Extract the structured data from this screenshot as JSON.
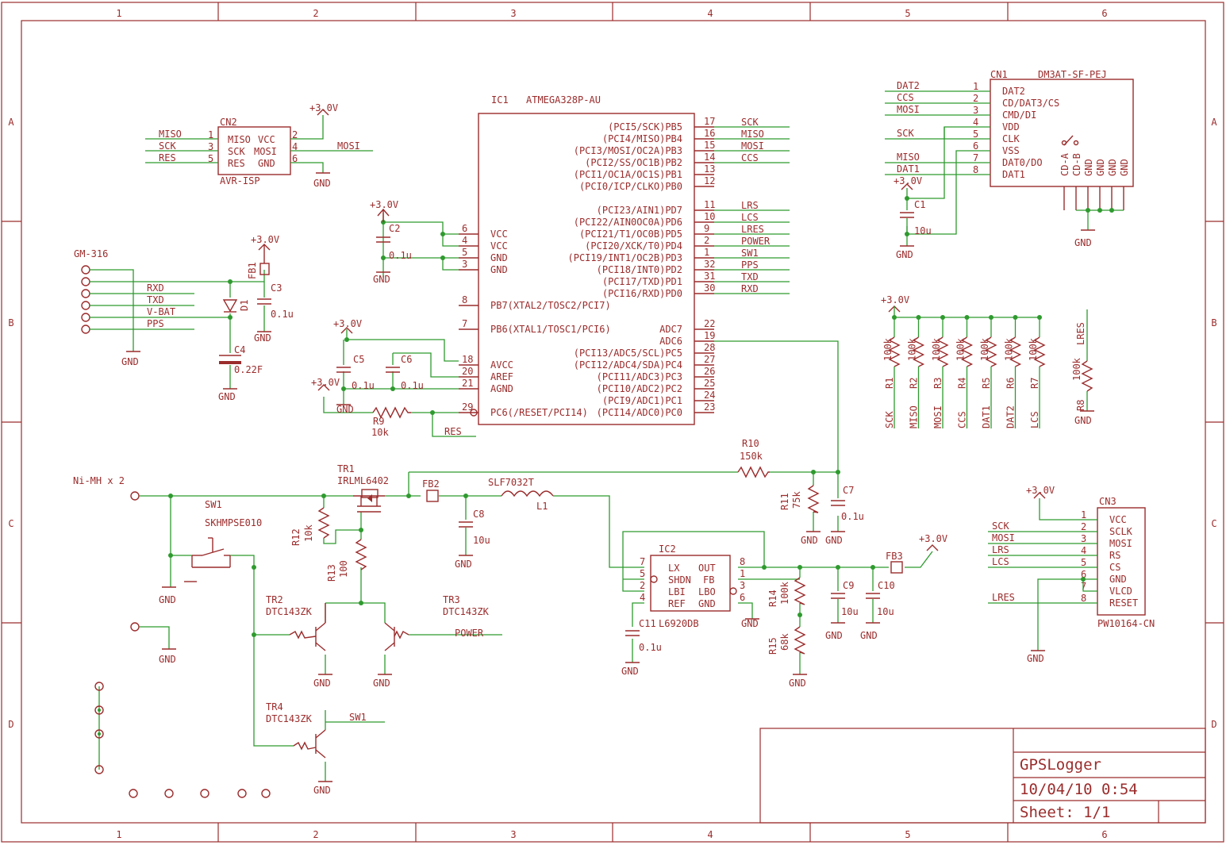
{
  "colors": {
    "part": "#9b2c2c",
    "wire": "#2e9a2e",
    "background": "#ffffff"
  },
  "frame": {
    "columns": [
      "1",
      "2",
      "3",
      "4",
      "5",
      "6"
    ],
    "rows": [
      "A",
      "B",
      "C",
      "D"
    ]
  },
  "title_block": {
    "name": "GPSLogger",
    "datetime": "10/04/10 0:54",
    "sheet": "Sheet: 1/1"
  },
  "parts": {
    "ic1": {
      "ref": "IC1",
      "value": "ATMEGA328P-AU",
      "left_pins": [
        {
          "num": "6",
          "name": "VCC"
        },
        {
          "num": "4",
          "name": "VCC"
        },
        {
          "num": "5",
          "name": "GND"
        },
        {
          "num": "3",
          "name": "GND"
        },
        {
          "num": "8",
          "name": "PB7(XTAL2/TOSC2/PCI7)"
        },
        {
          "num": "7",
          "name": "PB6(XTAL1/TOSC1/PCI6)"
        },
        {
          "num": "18",
          "name": "AVCC"
        },
        {
          "num": "20",
          "name": "AREF"
        },
        {
          "num": "21",
          "name": "AGND"
        },
        {
          "num": "29",
          "name": "PC6(/RESET/PCI14)"
        }
      ],
      "right_pins": [
        {
          "num": "17",
          "name": "(PCI5/SCK)PB5",
          "net": "SCK"
        },
        {
          "num": "16",
          "name": "(PCI4/MISO)PB4",
          "net": "MISO"
        },
        {
          "num": "15",
          "name": "(PCI3/MOSI/OC2A)PB3",
          "net": "MOSI"
        },
        {
          "num": "14",
          "name": "(PCI2/SS/OC1B)PB2",
          "net": "CCS"
        },
        {
          "num": "13",
          "name": "(PCI1/OC1A/OC1S)PB1",
          "net": ""
        },
        {
          "num": "12",
          "name": "(PCI0/ICP/CLKO)PB0",
          "net": ""
        },
        {
          "num": "11",
          "name": "(PCI23/AIN1)PD7",
          "net": "LRS"
        },
        {
          "num": "10",
          "name": "(PCI22/AIN0OC0A)PD6",
          "net": "LCS"
        },
        {
          "num": "9",
          "name": "(PCI21/T1/OC0B)PD5",
          "net": "LRES"
        },
        {
          "num": "2",
          "name": "(PCI20/XCK/T0)PD4",
          "net": "POWER"
        },
        {
          "num": "1",
          "name": "(PCI19/INT1/OC2B)PD3",
          "net": "SW1"
        },
        {
          "num": "32",
          "name": "(PCI18/INT0)PD2",
          "net": "PPS"
        },
        {
          "num": "31",
          "name": "(PCI17/TXD)PD1",
          "net": "TXD"
        },
        {
          "num": "30",
          "name": "(PCI16/RXD)PD0",
          "net": "RXD"
        },
        {
          "num": "22",
          "name": "ADC7",
          "net": ""
        },
        {
          "num": "19",
          "name": "ADC6",
          "net": ""
        },
        {
          "num": "28",
          "name": "(PCI13/ADC5/SCL)PC5",
          "net": ""
        },
        {
          "num": "27",
          "name": "(PCI12/ADC4/SDA)PC4",
          "net": ""
        },
        {
          "num": "26",
          "name": "(PCI11/ADC3)PC3",
          "net": ""
        },
        {
          "num": "25",
          "name": "(PCI10/ADC2)PC2",
          "net": ""
        },
        {
          "num": "24",
          "name": "(PCI9/ADC1)PC1",
          "net": ""
        },
        {
          "num": "23",
          "name": "(PCI14/ADC0)PC0",
          "net": ""
        }
      ]
    },
    "cn2": {
      "ref": "CN2",
      "value": "AVR-ISP",
      "pins": [
        {
          "num": "1",
          "name": "MISO",
          "net": "MISO"
        },
        {
          "num": "2",
          "name": "VCC",
          "net": "+3.0V"
        },
        {
          "num": "3",
          "name": "SCK",
          "net": "SCK"
        },
        {
          "num": "4",
          "name": "MOSI",
          "net": "MOSI"
        },
        {
          "num": "5",
          "name": "RES",
          "net": "RES"
        },
        {
          "num": "6",
          "name": "GND",
          "net": "GND"
        }
      ]
    },
    "cn1": {
      "ref": "CN1",
      "value": "DM3AT-SF-PEJ",
      "pins": [
        {
          "num": "1",
          "name": "DAT2",
          "net": "DAT2"
        },
        {
          "num": "2",
          "name": "CD/DAT3/CS",
          "net": "CCS"
        },
        {
          "num": "3",
          "name": "CMD/DI",
          "net": "MOSI"
        },
        {
          "num": "4",
          "name": "VDD",
          "net": ""
        },
        {
          "num": "5",
          "name": "CLK",
          "net": "SCK"
        },
        {
          "num": "6",
          "name": "VSS",
          "net": ""
        },
        {
          "num": "7",
          "name": "DAT0/DO",
          "net": "MISO"
        },
        {
          "num": "8",
          "name": "DAT1",
          "net": "DAT1"
        }
      ],
      "bottom_pins": [
        "CD-A",
        "CD-B",
        "GND",
        "GND",
        "GND",
        "GND"
      ]
    },
    "cn3": {
      "ref": "CN3",
      "value": "PW10164-CN",
      "pins": [
        {
          "num": "1",
          "name": "VCC",
          "net": ""
        },
        {
          "num": "2",
          "name": "SCLK",
          "net": "SCK"
        },
        {
          "num": "3",
          "name": "MOSI",
          "net": "MOSI"
        },
        {
          "num": "4",
          "name": "RS",
          "net": "LRS"
        },
        {
          "num": "5",
          "name": "CS",
          "net": "LCS"
        },
        {
          "num": "6",
          "name": "GND",
          "net": ""
        },
        {
          "num": "7",
          "name": "VLCD",
          "net": ""
        },
        {
          "num": "8",
          "name": "RESET",
          "net": "LRES"
        }
      ]
    },
    "ic2": {
      "ref": "IC2",
      "value": "L6920DB",
      "left_pins": [
        {
          "num": "7",
          "name": "LX"
        },
        {
          "num": "5",
          "name": "SHDN"
        },
        {
          "num": "2",
          "name": "LBI"
        },
        {
          "num": "4",
          "name": "REF"
        }
      ],
      "right_pins": [
        {
          "num": "8",
          "name": "OUT"
        },
        {
          "num": "1",
          "name": "FB"
        },
        {
          "num": "3",
          "name": "LBO"
        },
        {
          "num": "6",
          "name": "GND"
        }
      ]
    },
    "gps": {
      "name": "GM-316",
      "nets": [
        "RXD",
        "TXD",
        "V-BAT",
        "PPS"
      ]
    },
    "battery": {
      "label": "Ni-MH x 2"
    },
    "resistors_pullup": [
      {
        "ref": "R1",
        "value": "100k",
        "net": "SCK"
      },
      {
        "ref": "R2",
        "value": "100k",
        "net": "MISO"
      },
      {
        "ref": "R3",
        "value": "100k",
        "net": "MOSI"
      },
      {
        "ref": "R4",
        "value": "100k",
        "net": "CCS"
      },
      {
        "ref": "R5",
        "value": "100k",
        "net": "DAT1"
      },
      {
        "ref": "R6",
        "value": "100k",
        "net": "DAT2"
      },
      {
        "ref": "R7",
        "value": "100k",
        "net": "LCS"
      }
    ],
    "r8": {
      "ref": "R8",
      "value": "100k",
      "net": "LRES"
    },
    "r9": {
      "ref": "R9",
      "value": "10k"
    },
    "r10": {
      "ref": "R10",
      "value": "150k"
    },
    "r11": {
      "ref": "R11",
      "value": "75k"
    },
    "r12": {
      "ref": "R12",
      "value": "10k"
    },
    "r13": {
      "ref": "R13",
      "value": "100"
    },
    "r14": {
      "ref": "R14",
      "value": "100k"
    },
    "r15": {
      "ref": "R15",
      "value": "68k"
    },
    "c1": {
      "ref": "C1",
      "value": "10u"
    },
    "c2": {
      "ref": "C2",
      "value": "0.1u"
    },
    "c3": {
      "ref": "C3",
      "value": "0.1u"
    },
    "c4": {
      "ref": "C4",
      "value": "0.22F"
    },
    "c5": {
      "ref": "C5",
      "value": "0.1u"
    },
    "c6": {
      "ref": "C6",
      "value": "0.1u"
    },
    "c7": {
      "ref": "C7",
      "value": "0.1u"
    },
    "c8": {
      "ref": "C8",
      "value": "10u"
    },
    "c9": {
      "ref": "C9",
      "value": "10u"
    },
    "c10": {
      "ref": "C10",
      "value": "10u"
    },
    "c11": {
      "ref": "C11",
      "value": "0.1u"
    },
    "fb1": {
      "ref": "FB1"
    },
    "fb2": {
      "ref": "FB2"
    },
    "fb3": {
      "ref": "FB3"
    },
    "d1": {
      "ref": "D1"
    },
    "l1": {
      "ref": "L1",
      "value": "SLF7032T"
    },
    "sw1": {
      "ref": "SW1",
      "value": "SKHMPSE010"
    },
    "tr1": {
      "ref": "TR1",
      "value": "IRLML6402"
    },
    "tr2": {
      "ref": "TR2",
      "value": "DTC143ZK"
    },
    "tr3": {
      "ref": "TR3",
      "value": "DTC143ZK"
    },
    "tr4": {
      "ref": "TR4",
      "value": "DTC143ZK"
    }
  },
  "net_labels": {
    "vcc": "+3.0V",
    "gnd": "GND",
    "sck": "SCK",
    "miso": "MISO",
    "mosi": "MOSI",
    "ccs": "CCS",
    "lrs": "LRS",
    "lcs": "LCS",
    "lres": "LRES",
    "power": "POWER",
    "sw1": "SW1",
    "pps": "PPS",
    "txd": "TXD",
    "rxd": "RXD",
    "res": "RES",
    "dat1": "DAT1",
    "dat2": "DAT2"
  }
}
